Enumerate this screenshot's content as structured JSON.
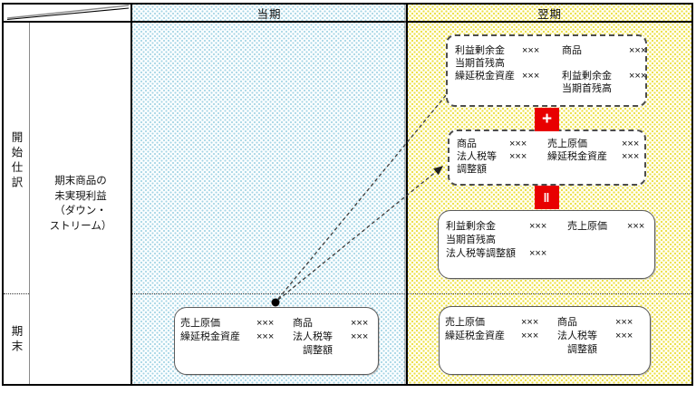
{
  "headers": {
    "current_period": "当期",
    "next_period": "翌期"
  },
  "row_labels": {
    "opening_entry": "開始仕訳",
    "period_end": "期末"
  },
  "topic": {
    "lines": [
      "期末商品の",
      "未実現利益",
      "（ダウン・",
      "ストリーム）"
    ]
  },
  "operators": {
    "plus": "+",
    "equals": "‖"
  },
  "journal_boxes": {
    "opening_entry_a": {
      "border": "dashed",
      "rows": [
        [
          "利益剰余金",
          "×××",
          "商品",
          "×××"
        ],
        [
          "当期首残高",
          "",
          "",
          ""
        ],
        [
          "繰延税金資産",
          "×××",
          "利益剰余金",
          "×××"
        ],
        [
          "",
          "",
          "当期首残高",
          ""
        ]
      ]
    },
    "opening_entry_b": {
      "border": "dashed",
      "rows": [
        [
          "商品",
          "×××",
          "売上原価",
          "×××"
        ],
        [
          "法人税等",
          "×××",
          "繰延税金資産",
          "×××"
        ],
        [
          "調整額",
          "",
          "",
          ""
        ]
      ]
    },
    "opening_entry_combined": {
      "border": "solid",
      "rows": [
        [
          "利益剰余金",
          "×××",
          "売上原価",
          "×××"
        ],
        [
          "当期首残高",
          "",
          "",
          ""
        ],
        [
          "法人税等調整額",
          "×××",
          "",
          ""
        ]
      ]
    },
    "current_period_end_entry": {
      "border": "solid",
      "rows": [
        [
          "売上原価",
          "×××",
          "商品",
          "×××"
        ],
        [
          "繰延税金資産",
          "×××",
          "法人税等",
          "×××"
        ],
        [
          "",
          "",
          "　調整額",
          ""
        ]
      ]
    },
    "next_period_end_entry": {
      "border": "solid",
      "rows": [
        [
          "売上原価",
          "×××",
          "商品",
          "×××"
        ],
        [
          "繰延税金資産",
          "×××",
          "法人税等",
          "×××"
        ],
        [
          "",
          "",
          "　調整額",
          ""
        ]
      ]
    }
  },
  "colors": {
    "operator_red": "#e80000",
    "current_period_dot": "#a5d4e4",
    "next_period_dot": "#ecdf45",
    "grid_line": "#000000"
  }
}
